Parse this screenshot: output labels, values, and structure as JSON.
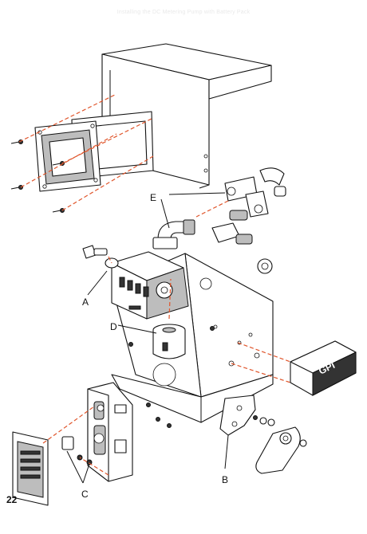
{
  "faint_header": "Installing the DC Metering Pump with Battery Pack",
  "page_number": "22",
  "callouts": {
    "a": "A",
    "b": "B",
    "c": "C",
    "d": "D",
    "e": "E"
  },
  "logo_text": "GPI"
}
